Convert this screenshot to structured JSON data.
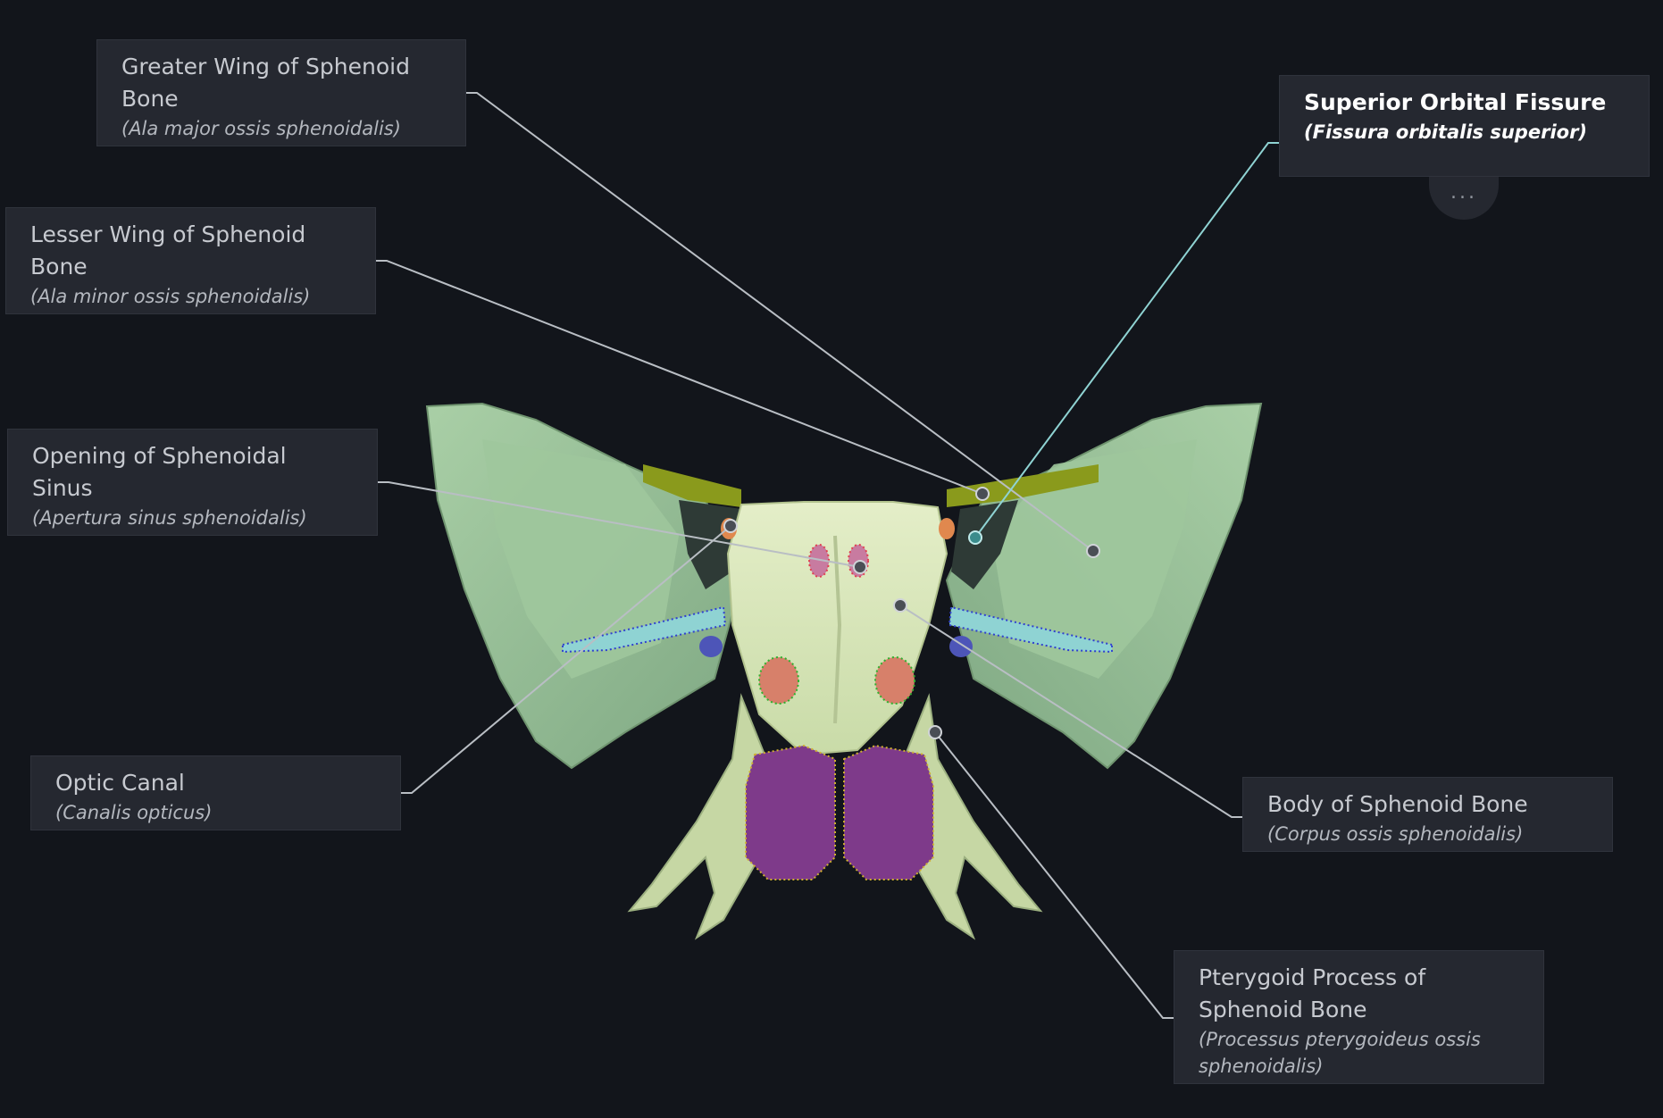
{
  "labels": {
    "greater_wing": {
      "name": "Greater Wing of Sphenoid Bone",
      "latin": "(Ala major ossis sphenoidalis)"
    },
    "lesser_wing": {
      "name": "Lesser Wing of Sphenoid Bone",
      "latin": "(Ala minor ossis sphenoidalis)"
    },
    "sinus_opening": {
      "name": "Opening of Sphenoidal Sinus",
      "latin": "(Apertura sinus sphenoidalis)"
    },
    "optic_canal": {
      "name": "Optic Canal",
      "latin": "(Canalis opticus)"
    },
    "superior_orbital_fissure": {
      "name": "Superior Orbital Fissure",
      "latin": "(Fissura orbitalis superior)",
      "selected": true
    },
    "body": {
      "name": "Body of Sphenoid Bone",
      "latin": "(Corpus ossis sphenoidalis)"
    },
    "pterygoid": {
      "name": "Pterygoid Process of Sphenoid Bone",
      "latin": "(Processus pterygoideus ossis sphenoidalis)"
    }
  },
  "more_button": {
    "label": "..."
  },
  "colors": {
    "background": "#12151b",
    "label_bg": "#252830",
    "leader_line": "#b9bec4",
    "active_leader_line": "#8fd3d3",
    "bone": "#b8d8b0",
    "body_highlight": "#dfe9c0",
    "lesser_wing": "#8a9a1c",
    "pterygoid_fossa": "#7e3a8a"
  }
}
